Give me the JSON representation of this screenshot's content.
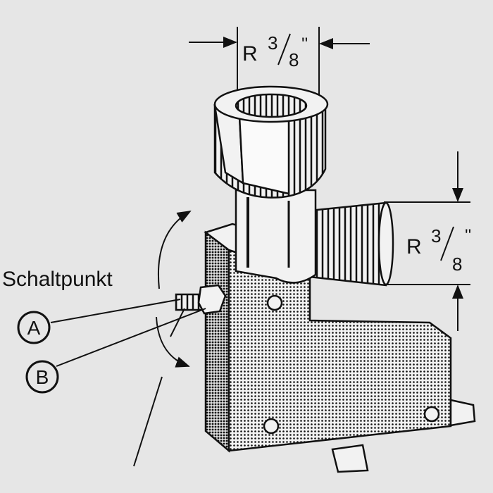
{
  "labels": {
    "switch_point": "Schaltpunkt",
    "position_a": "A",
    "position_b": "B"
  },
  "dimensions": {
    "top_thread": {
      "prefix": "R",
      "numerator": "3",
      "denominator": "8",
      "mark": "''"
    },
    "side_thread": {
      "prefix": "R",
      "numerator": "3",
      "denominator": "8",
      "mark": "''"
    }
  },
  "colors": {
    "background": "#e6e6e6",
    "ink": "#111111"
  }
}
